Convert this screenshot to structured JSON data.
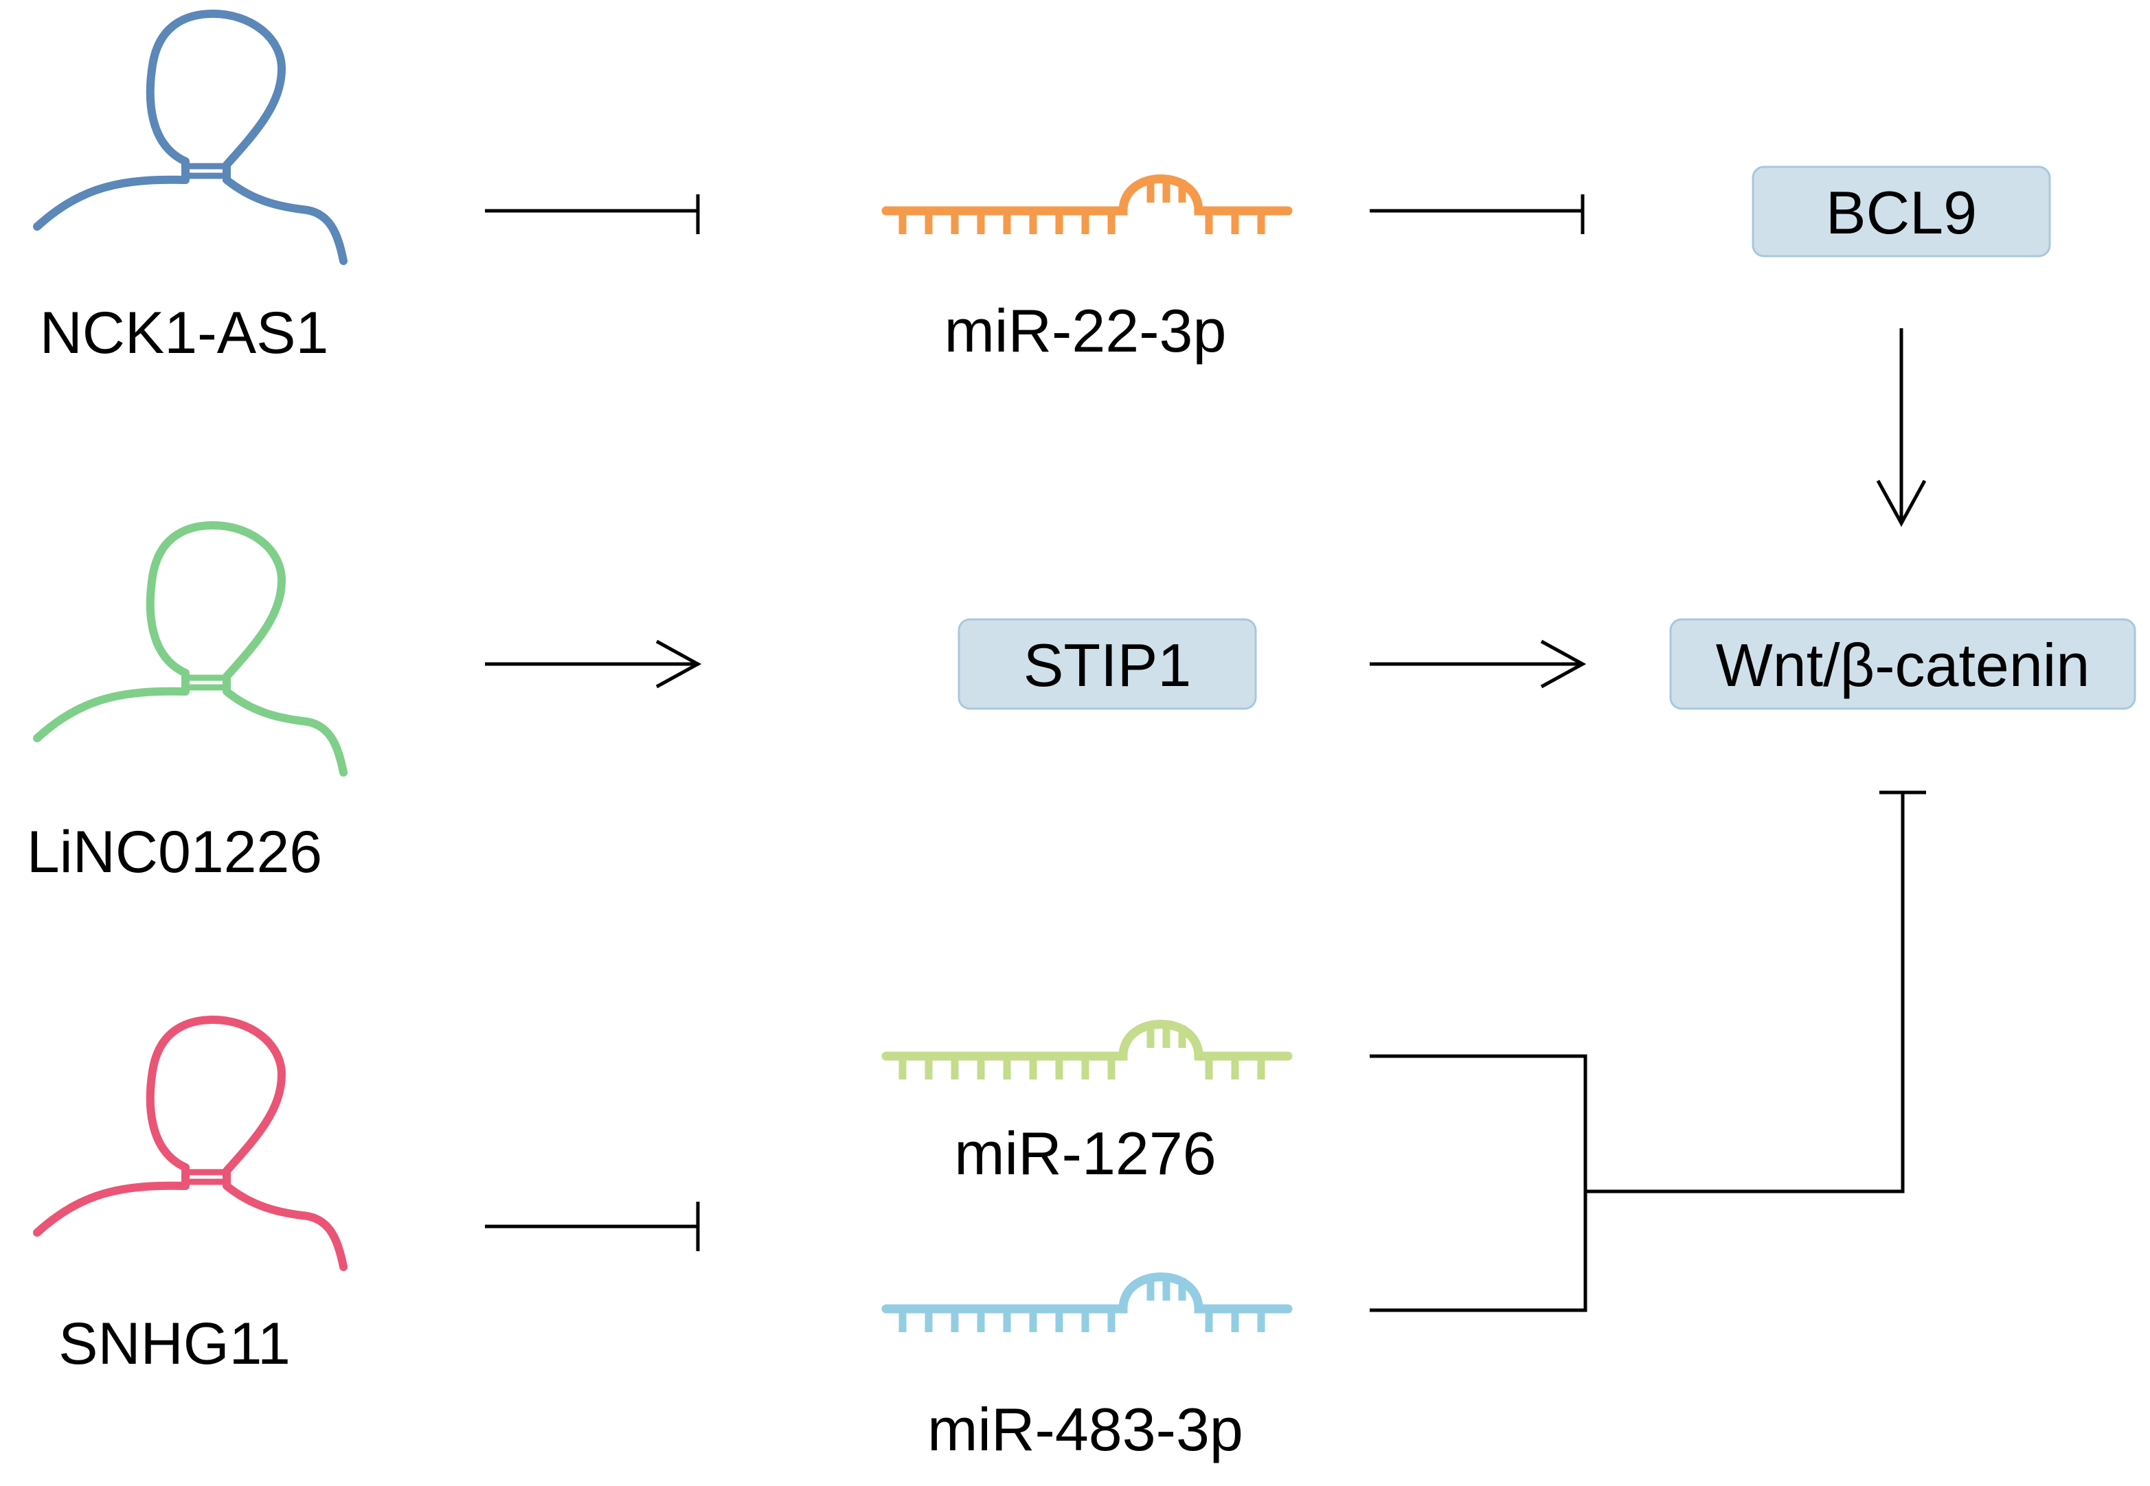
{
  "lncrnas": [
    {
      "id": "nck1",
      "label": "NCK1-AS1",
      "color": "#5b87b9"
    },
    {
      "id": "linc",
      "label": "LiNC01226",
      "color": "#7fcf8a"
    },
    {
      "id": "snhg",
      "label": "SNHG11",
      "color": "#ea5575"
    }
  ],
  "mirnas": [
    {
      "id": "mir22",
      "label": "miR-22-3p",
      "color": "#f59a4a"
    },
    {
      "id": "mir1276",
      "label": "miR-1276",
      "color": "#c4dc8c"
    },
    {
      "id": "mir483",
      "label": "miR-483-3p",
      "color": "#93cde4"
    }
  ],
  "boxes": {
    "bcl9": "BCL9",
    "stip1": "STIP1",
    "wnt": "Wnt/β-catenin"
  }
}
